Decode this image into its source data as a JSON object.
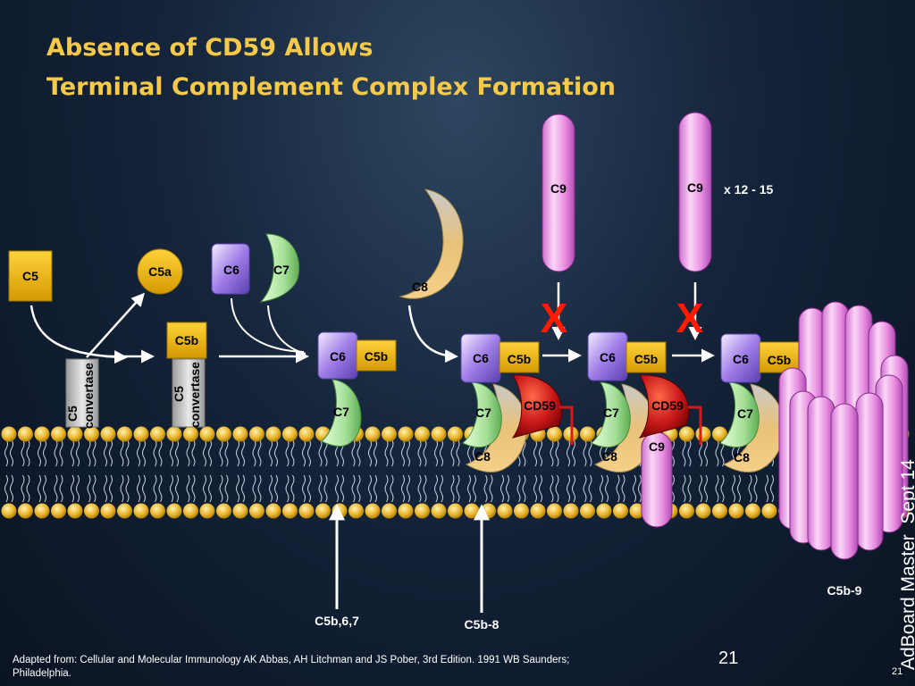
{
  "slide": {
    "title_line1": "Absence of CD59 Allows",
    "title_line2": "Terminal Complement Complex Formation",
    "footer": "Adapted from: Cellular and Molecular Immunology AK Abbas, AH Litchman and JS Pober, 3rd Edition. 1991 WB Saunders; Philadelphia.",
    "slide_number_large": "21",
    "slide_number_small": "21",
    "watermark": "AdBoard Master_Sept 14"
  },
  "labels": {
    "c5": "C5",
    "c5a": "C5a",
    "c5b": "C5b",
    "c6": "C6",
    "c7": "C7",
    "c8": "C8",
    "c9": "C9",
    "cd59": "CD59",
    "convertase_c5": "C5",
    "convertase_word": "convertase",
    "blocked": "X",
    "polymer_count": "x 12 - 15",
    "stage_c5b67": "C5b,6,7",
    "stage_c5b8": "C5b-8",
    "stage_c5b9": "C5b-9"
  },
  "colors": {
    "title": "#f7c948",
    "c5_gold": "#e8b400",
    "c6_purple": "#a07ee8",
    "c7_green": "#a6e09a",
    "c8_tan": "#e9c27a",
    "c9_pink": "#e88ee0",
    "cd59_red": "#c81818",
    "membrane_bead": "#e8b42a",
    "block_x": "#ff1a00"
  }
}
